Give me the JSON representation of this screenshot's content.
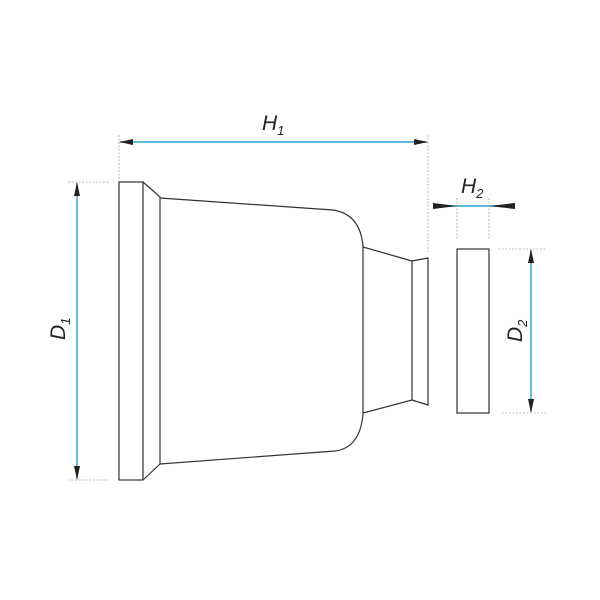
{
  "labels": {
    "h1": {
      "main": "H",
      "sub": "1"
    },
    "h2": {
      "main": "H",
      "sub": "2"
    },
    "d1": {
      "main": "D",
      "sub": "1"
    },
    "d2": {
      "main": "D",
      "sub": "2"
    }
  },
  "colors": {
    "dimension_line": "#2a9fd0",
    "outline": "#333333",
    "extension_line": "#999999"
  }
}
